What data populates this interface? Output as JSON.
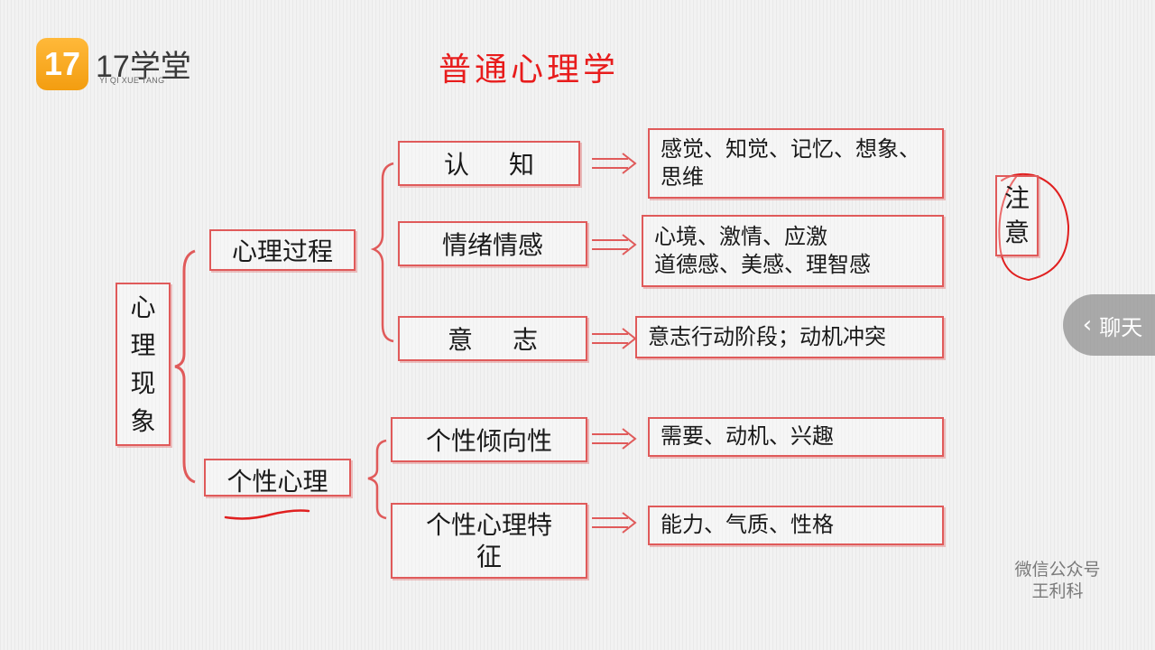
{
  "logo": {
    "mark": "17",
    "name": "17学堂",
    "sub": "YI QI XUE TANG"
  },
  "title": "普通心理学",
  "root": {
    "label": "心\n理\n现\n象"
  },
  "branches": {
    "process": "心理过程",
    "personality": "个性心理"
  },
  "items": {
    "cognition": "认知",
    "emotion": "情绪情感",
    "will": "意志",
    "tendency": "个性倾向性",
    "trait": "个性心理特\n征"
  },
  "details": {
    "cognition": "感觉、知觉、记忆、想象、\n思维",
    "emotion": "心境、激情、应激\n道德感、美感、理智感",
    "will": "意志行动阶段；动机冲突",
    "tendency": "需要、动机、兴趣",
    "trait": "能力、气质、性格"
  },
  "annotation": {
    "label": "注\n意"
  },
  "watermark": {
    "line1": "微信公众号",
    "line2": "王利科"
  },
  "chat_button": {
    "label": "聊天",
    "icon": "chevron-left-icon"
  },
  "colors": {
    "box_border": "#e05a5a",
    "title": "#e81c1c",
    "logo": "#f5a623",
    "ink": "#e02020"
  }
}
